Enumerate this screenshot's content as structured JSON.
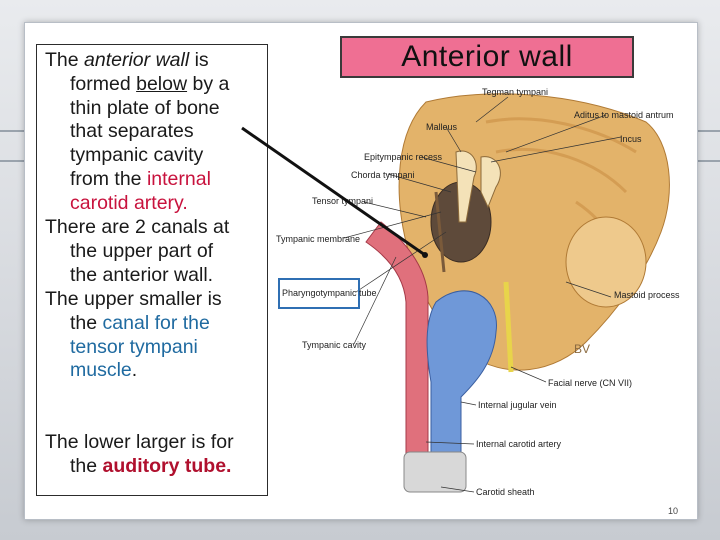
{
  "slide": {
    "title": "Anterior wall",
    "page_number": "10"
  },
  "text": {
    "p1": {
      "line1_a": "The ",
      "line1_b": "anterior wall",
      "line1_c": "  is",
      "line2_a": "formed ",
      "line2_b": "below",
      "line2_c": " by a",
      "line3": "thin plate of bone",
      "line4": "that separates",
      "line5": "tympanic cavity",
      "line6_a": "from the ",
      "line6_b": "internal",
      "line7": "carotid artery."
    },
    "p2": {
      "line1": "There are 2 canals at",
      "line2": "the upper part of",
      "line3": "the anterior wall."
    },
    "p3": {
      "line1": "The upper smaller is",
      "line2_a": "the ",
      "line2_b": "canal for the",
      "line3": "tensor tympani",
      "line4_a": "muscle",
      "line4_b": "."
    },
    "p4": {
      "line1": "The lower larger is for",
      "line2_a": "the ",
      "line2_b": "auditory tube."
    }
  },
  "figure_labels": {
    "tegmen": "Tegman tympani",
    "aditus": "Aditus to mastoid antrum",
    "malleus": "Malleus",
    "incus": "Incus",
    "epitympanic": "Epitympanic recess",
    "chorda": "Chorda tympani",
    "tensor": "Tensor tympani",
    "membrane": "Tympanic membrane",
    "pharyngo": "Pharyngotympanic tube",
    "mastoid": "Mastoid process",
    "cavity": "Tympanic cavity",
    "facial": "Facial nerve (CN VII)",
    "jugular": "Internal jugular vein",
    "carotid": "Internal carotid artery",
    "sheath": "Carotid sheath",
    "initials": "BV"
  },
  "colors": {
    "title_fill": "#ef6f93",
    "highlight_red": "#c8123d",
    "highlight_teal": "#1f6aa0",
    "bone": "#e3b36a",
    "artery": "#e0707c",
    "vein": "#6f98d8"
  }
}
